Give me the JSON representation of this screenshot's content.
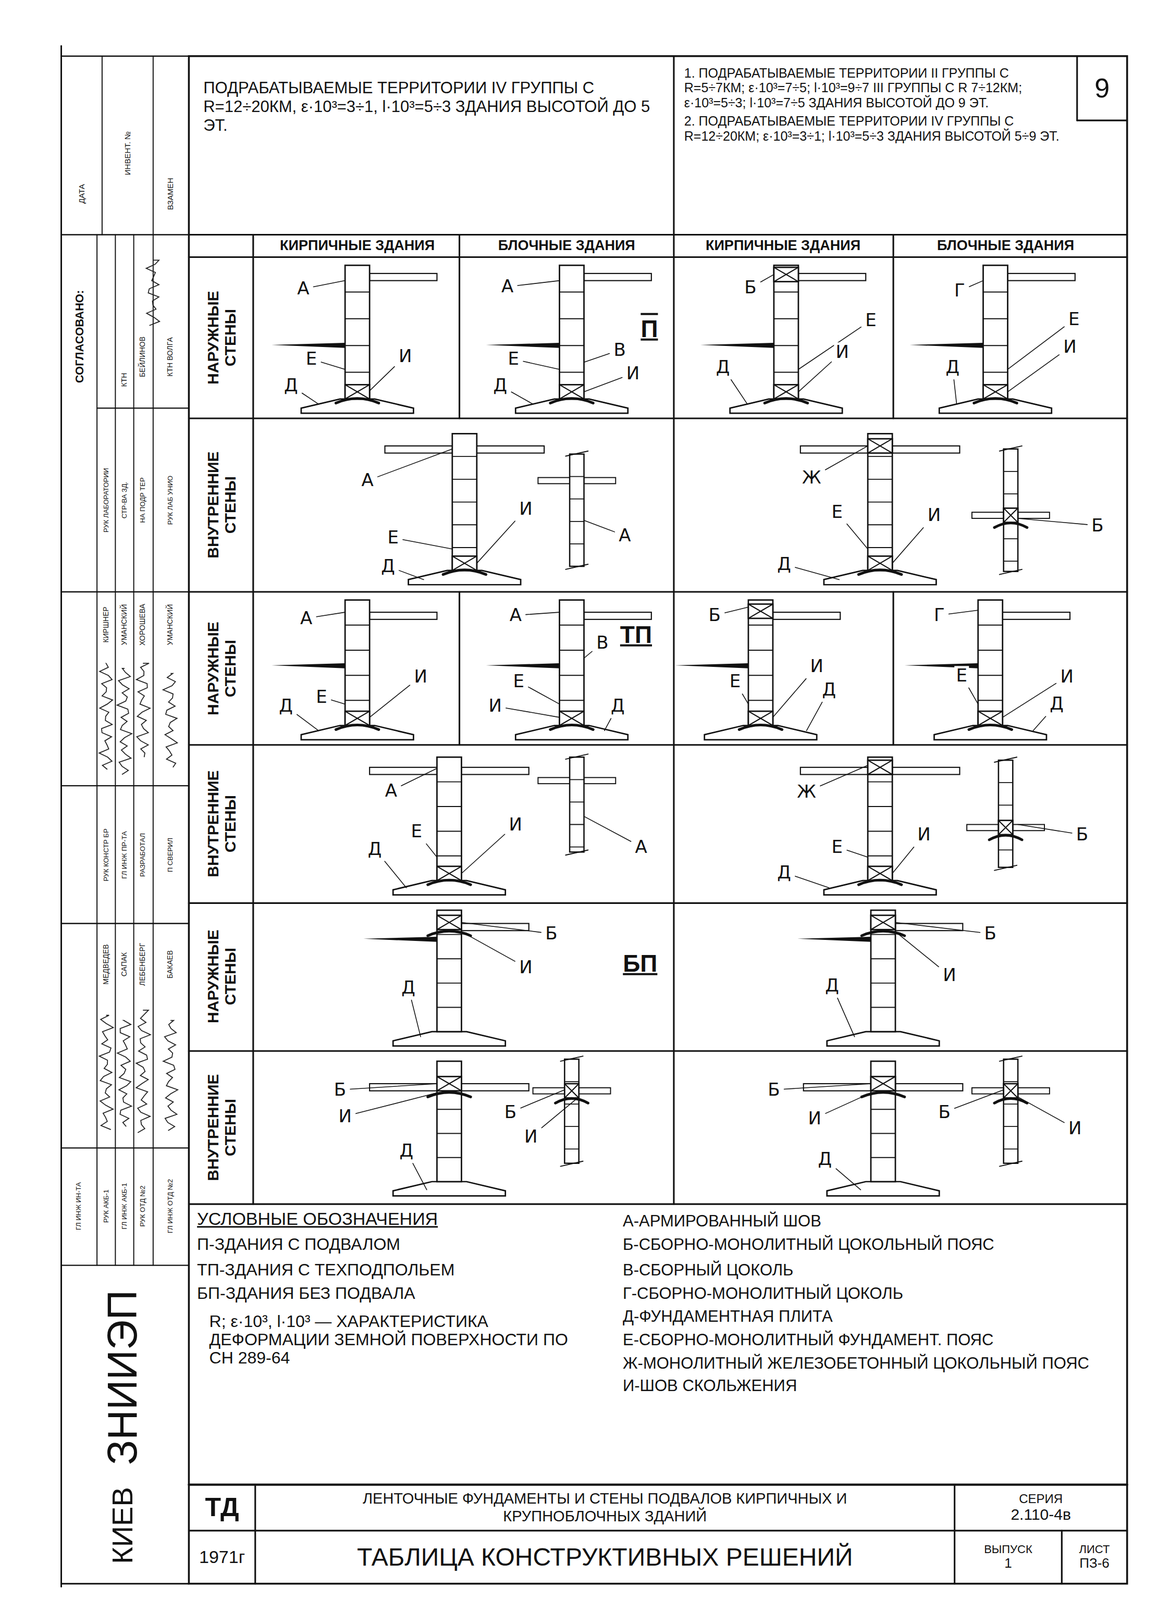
{
  "diagram": {
    "nodes": [
      {
        "text": [
          "ПОДРАБАТЫВАЕМЫЕ ТЕРРИТОРИИ IV ГРУППЫ С R=12÷20КМ, ε·10³=3÷1, l·10³=5÷3 ЗДАНИЯ ВЫСОТОЙ ДО 5 ЭТ."
        ]
      },
      {
        "text": [
          "1. ПОДРАБАТЫВАЕМЫЕ ТЕРРИТОРИИ II ГРУППЫ С R=5÷7КМ; ε·10³=7÷5; l·10³=9÷7 III ГРУППЫ С R 7÷12КМ; ε·10³=5÷3; l·10³=7÷5 ЗДАНИЯ ВЫСОТОЙ ДО 9 ЭТ.",
          "2. ПОДРАБАТЫВАЕМЫЕ ТЕРРИТОРИИ IV ГРУППЫ С R=12÷20КМ; ε·10³=3÷1; l·10³=5÷3 ЗДАНИЯ ВЫСОТОЙ 5÷9 ЭТ."
        ]
      },
      {
        "text": [
          "9"
        ]
      },
      {
        "text": [
          "ТД"
        ]
      },
      {
        "text": [
          "ЛЕНТОЧНЫЕ ФУНДАМЕНТЫ И СТЕНЫ ПОДВАЛОВ КИРПИЧНЫХ И КРУПНОБЛОЧНЫХ ЗДАНИЙ"
        ]
      },
      {
        "text": [
          "СЕРИЯ",
          "2.110-4в"
        ]
      },
      {
        "text": [
          "1971г"
        ]
      },
      {
        "text": [
          "ТАБЛИЦА КОНСТРУКТИВНЫХ РЕШЕНИЙ"
        ]
      },
      {
        "text": [
          "ВЫПУСК",
          "1"
        ]
      },
      {
        "text": [
          "ЛИСТ",
          "ПЗ-6"
        ]
      }
    ],
    "labels": [
      "ДАТА",
      "ИНВЕНТ. №",
      "ВЗАМЕН",
      "СОГЛАСОВАНО:",
      "КТН",
      "БЕЙЛИНОВ",
      "КТН ВОЛГА",
      "РУК ЛАБОРАТОРИИ",
      "СТР-ВА ЗД.",
      "НА ПОДР ТЕР",
      "РУК ЛАБ УНИО",
      "КИРШНЕР",
      "УМАНСКИЙ",
      "ХОРОШЕВА",
      "УМАНСКИЙ",
      "РУК КОНСТР БР",
      "ГЛ ИНЖ ПР-ТА",
      "РАЗРАБОТАЛ",
      "П СВЕРИЛ",
      "МЕДВЕДЕВ",
      "САПАК",
      "ЛЕБЕНБЕРГ",
      "БАКАЕВ",
      "ГЛ ИНЖ ИН-ТА",
      "РУК АКБ-1",
      "ГЛ ИНЖ АКБ-1",
      "РУК ОТД №2",
      "ГЛ ИНЖ ОТД №2",
      "ЗНИИЭП",
      "КИЕВ",
      "КИРПИЧНЫЕ ЗДАНИЯ",
      "БЛОЧНЫЕ ЗДАНИЯ",
      "КИРПИЧНЫЕ ЗДАНИЯ",
      "БЛОЧНЫЕ ЗДАНИЯ",
      "НАРУЖНЫЕ СТЕНЫ",
      "ВНУТРЕННИЕ СТЕНЫ",
      "НАРУЖНЫЕ СТЕНЫ",
      "ВНУТРЕННИЕ СТЕНЫ",
      "НАРУЖНЫЕ СТЕНЫ",
      "ВНУТРЕННИЕ СТЕНЫ",
      "П",
      "ТП",
      "БП",
      "А",
      "Е",
      "Д",
      "И",
      "А",
      "Е",
      "В",
      "И",
      "Д",
      "Б",
      "Е",
      "И",
      "Д",
      "Г",
      "Е",
      "И",
      "Д",
      "А",
      "Е",
      "И",
      "Д",
      "А",
      "Ж",
      "Е",
      "И",
      "Д",
      "Б",
      "А",
      "Е",
      "Д",
      "И",
      "А",
      "Е",
      "В",
      "И",
      "Д",
      "Б",
      "Е",
      "И",
      "Д",
      "Г",
      "Е",
      "И",
      "Д",
      "А",
      "Е",
      "И",
      "Д",
      "А",
      "Ж",
      "Е",
      "И",
      "Д",
      "Б",
      "Б",
      "И",
      "Д",
      "Б",
      "И",
      "Д",
      "Б",
      "И",
      "Б",
      "И",
      "Д",
      "Б",
      "И",
      "Б",
      "И",
      "Д",
      "УСЛОВНЫЕ ОБОЗНАЧЕНИЯ",
      "П-ЗДАНИЯ С ПОДВАЛОМ",
      "ТП-ЗДАНИЯ С ТЕХПОДПОЛЬЕМ",
      "БП-ЗДАНИЯ БЕЗ ПОДВАЛА",
      "R; ε·10³, l·10³ — ХАРАКТЕРИСТИКА ДЕФОРМАЦИИ ЗЕМНОЙ ПОВЕРХНОСТИ ПО СН 289-64",
      "А-АРМИРОВАННЫЙ ШОВ",
      "Б-СБОРНО-МОНОЛИТНЫЙ ЦОКОЛЬНЫЙ ПОЯС",
      "В-СБОРНЫЙ ЦОКОЛЬ",
      "Г-СБОРНО-МОНОЛИТНЫЙ ЦОКОЛЬ",
      "Д-ФУНДАМЕНТНАЯ ПЛИТА",
      "Е-СБОРНО-МОНОЛИТНЫЙ ФУНДАМЕНТ. ПОЯС",
      "Ж-МОНОЛИТНЫЙ ЖЕЛЕЗОБЕТОННЫЙ ЦОКОЛЬНЫЙ ПОЯС",
      "И-ШОВ СКОЛЬЖЕНИЯ"
    ]
  }
}
